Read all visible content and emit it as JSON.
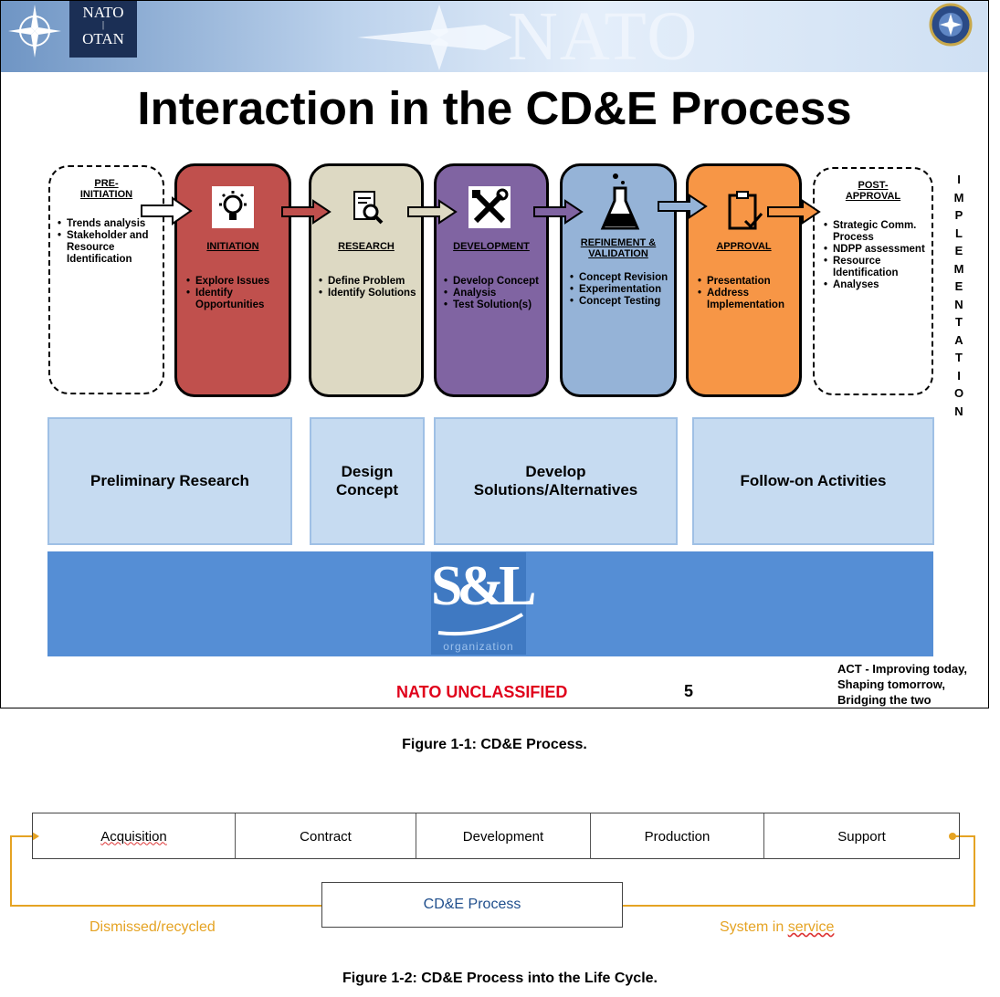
{
  "slide": {
    "banner": {
      "nato": "NATO",
      "otan": "OTAN",
      "watermark": "NATO"
    },
    "title": "Interaction in the CD&E Process",
    "pre_initiation": {
      "label": "PRE-\nINITIATION",
      "bullets": [
        "Trends analysis",
        "Stakeholder and Resource Identification"
      ]
    },
    "stages": [
      {
        "label": "INITIATION",
        "color": "#c0504d",
        "icon": "lightbulb-icon",
        "bullets": [
          "Explore Issues",
          "Identify Opportunities"
        ]
      },
      {
        "label": "RESEARCH",
        "color": "#ddd9c3",
        "icon": "document-search-icon",
        "bullets": [
          "Define Problem",
          "Identify Solutions"
        ]
      },
      {
        "label": "DEVELOPMENT",
        "color": "#8064a2",
        "icon": "tools-icon",
        "bullets": [
          "Develop Concept",
          "Analysis",
          "Test Solution(s)"
        ]
      },
      {
        "label": "REFINEMENT & VALIDATION",
        "color": "#95b3d7",
        "icon": "flask-icon",
        "bullets": [
          "Concept Revision",
          "Experimentation",
          "Concept Testing"
        ]
      },
      {
        "label": "APPROVAL",
        "color": "#f79646",
        "icon": "clipboard-check-icon",
        "bullets": [
          "Presentation",
          "Address Implementation"
        ]
      }
    ],
    "post_approval": {
      "label": "POST-\nAPPROVAL",
      "bullets": [
        "Strategic Comm. Process",
        "NDPP assessment",
        "Resource Identification",
        "Analyses"
      ]
    },
    "implementation": "IMPLEMENTATION",
    "phases": [
      "Preliminary Research",
      "Design Concept",
      "Develop Solutions/Alternatives",
      "Follow-on Activities"
    ],
    "snl": {
      "logo": "S&L",
      "sub": "organization"
    },
    "classification": "NATO UNCLASSIFIED",
    "page": "5",
    "act_motto": [
      "ACT - Improving today,",
      "Shaping tomorrow,",
      "Bridging the two"
    ],
    "colors": {
      "bar": "#558ed5",
      "phase_fill": "#c6dbf1",
      "classification": "#e0001b"
    }
  },
  "figure1_caption": "Figure 1-1: CD&E Process.",
  "lifecycle": {
    "phases": [
      "Acquisition",
      "Contract",
      "Development",
      "Production",
      "Support"
    ],
    "center": "CD&E Process",
    "left_label": "Dismissed/recycled",
    "right_label": "System in service",
    "color": "#e5a323"
  },
  "figure2_caption": "Figure 1-2: CD&E Process into the Life Cycle."
}
